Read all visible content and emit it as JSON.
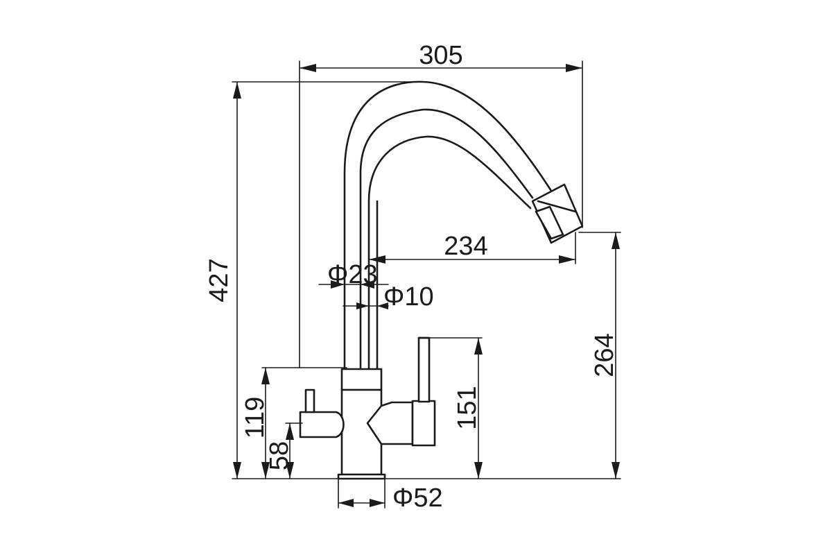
{
  "diagram": {
    "dimensions": {
      "width_total": "305",
      "height_total": "427",
      "spout_reach": "234",
      "spout_height": "264",
      "lever_height": "151",
      "body_height": "119",
      "side_handle_height": "58",
      "spout_diameter": "Φ23",
      "spout_inner_diameter": "Φ10",
      "base_diameter": "Φ52"
    },
    "colors": {
      "line": "#1a1a1a",
      "background": "#ffffff"
    }
  }
}
